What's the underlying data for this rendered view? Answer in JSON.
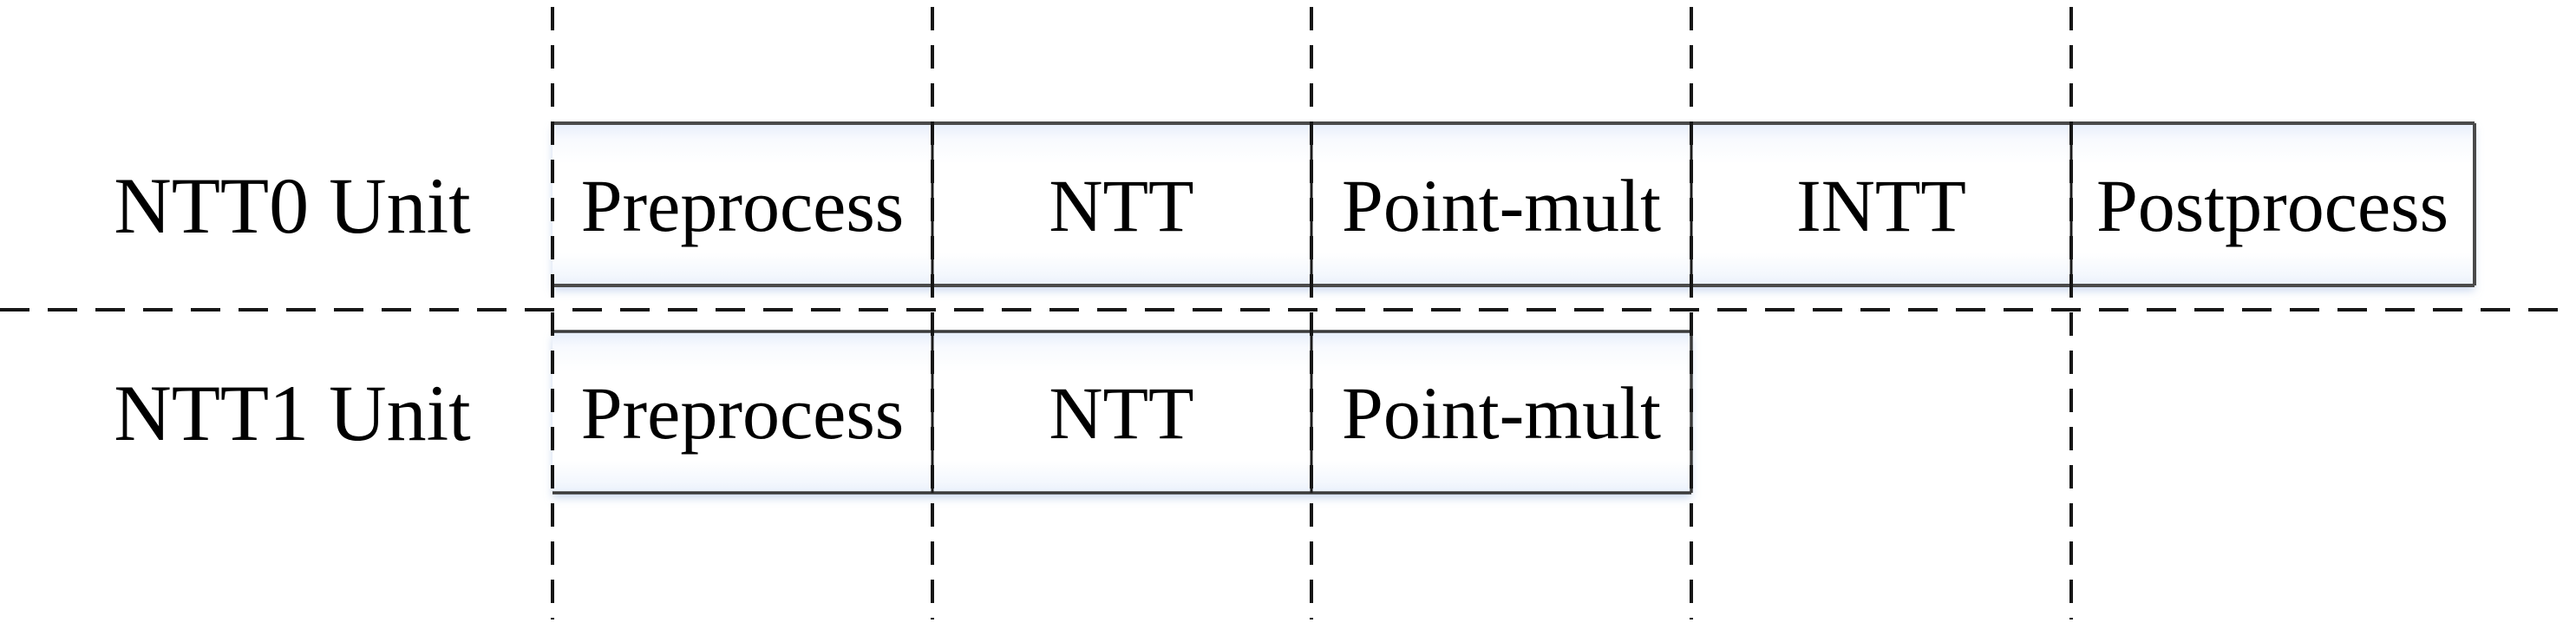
{
  "diagram": {
    "unit_rows": [
      {
        "unit_label": "NTT0 Unit",
        "stages": [
          "Preprocess",
          "NTT",
          "Point-mult",
          "INTT",
          "Postprocess"
        ]
      },
      {
        "unit_label": "NTT1 Unit",
        "stages": [
          "Preprocess",
          "NTT",
          "Point-mult"
        ]
      }
    ],
    "style": {
      "background": "#ffffff",
      "dashed_line_color": "#161616",
      "box_border_color": "#4a4a4a",
      "divider_color": "#1b1b1b",
      "box_fill_edge": "#e7eefb",
      "box_fill_center": "#ffffff",
      "text_color": "#000000"
    }
  }
}
